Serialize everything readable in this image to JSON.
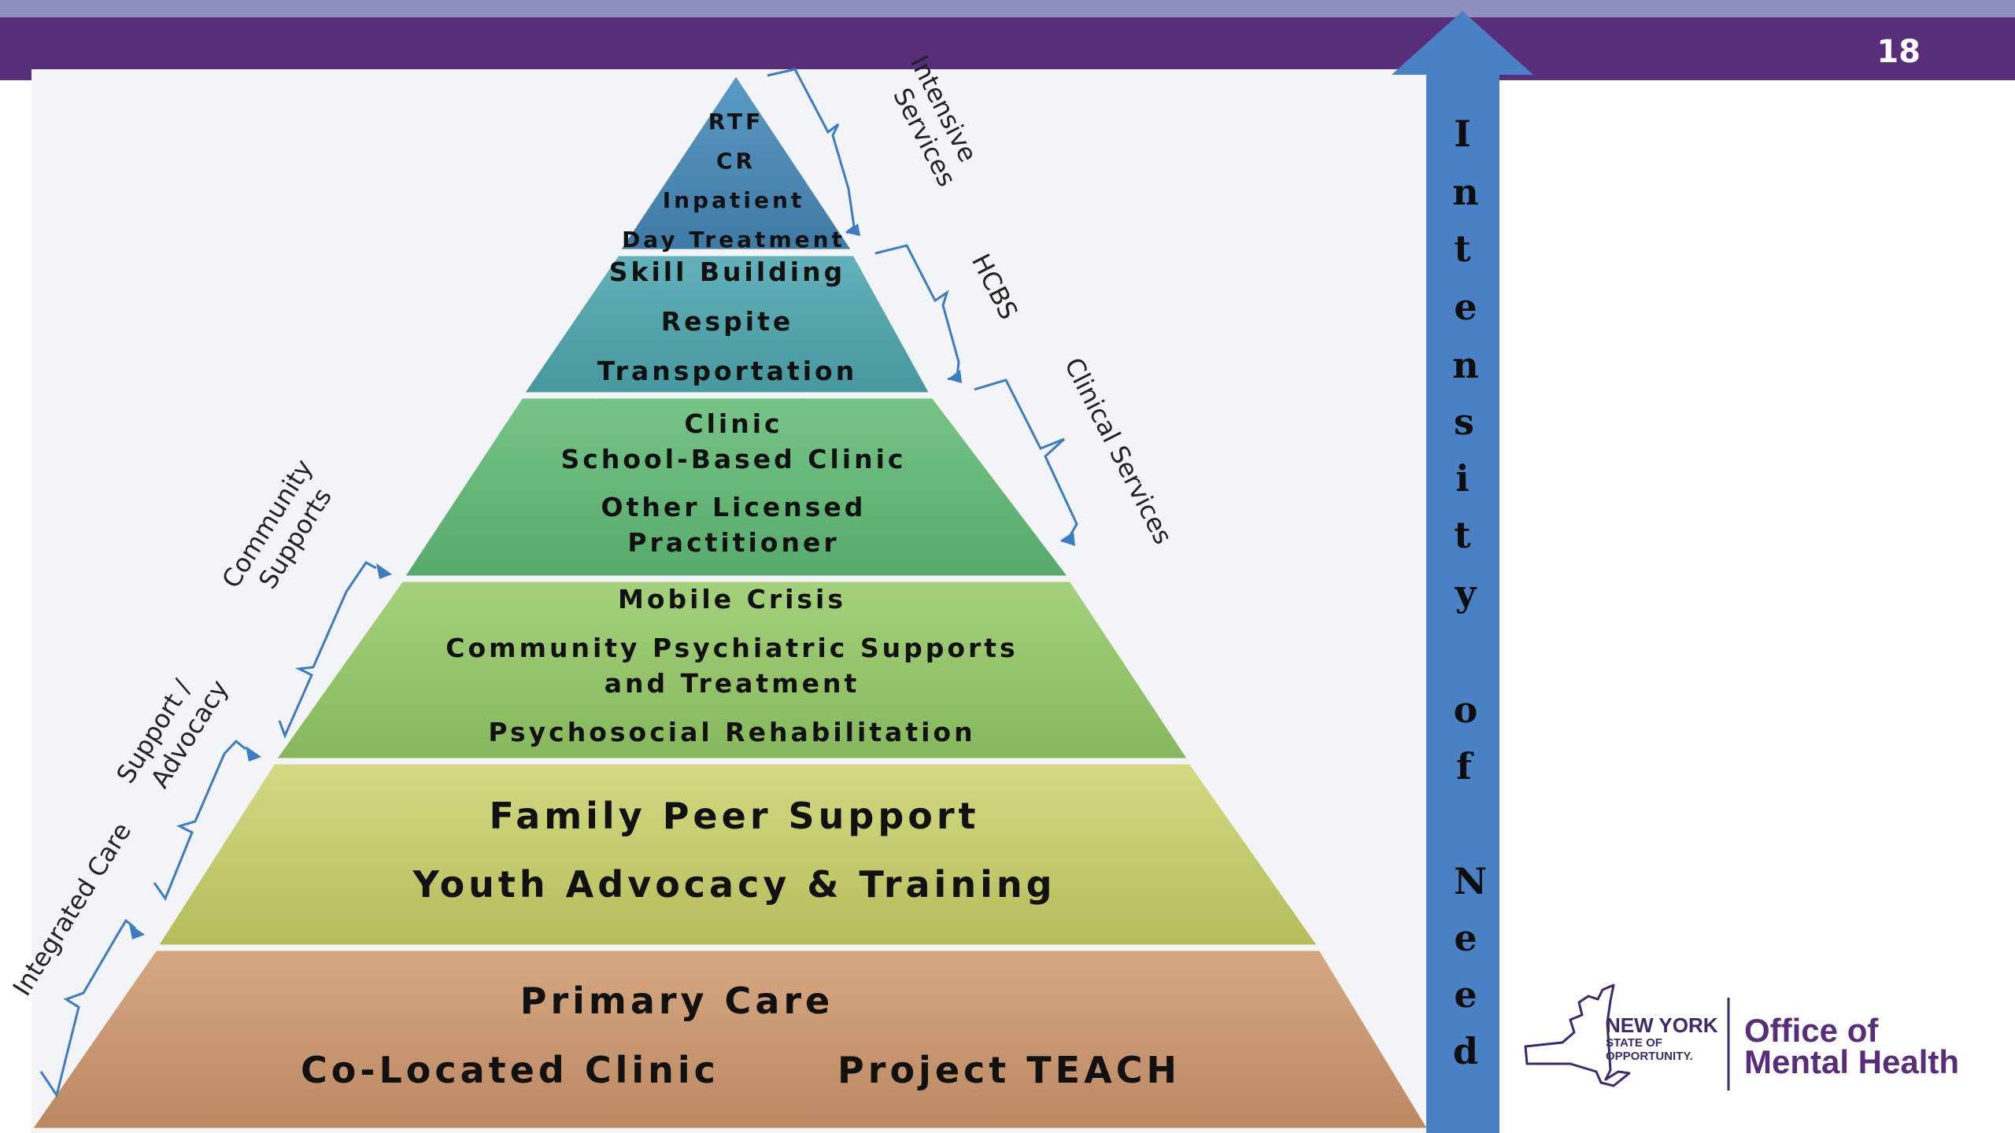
{
  "slide": {
    "page_number": "18"
  },
  "pyramid": {
    "tiers": [
      {
        "id": "intensive",
        "color_top": "#4e8fb9",
        "color_bottom": "#3f7aa5",
        "lines": [
          "RTF",
          "CR",
          "Inpatient",
          "Day Treatment"
        ]
      },
      {
        "id": "hcbs",
        "color_top": "#5aa7b2",
        "color_bottom": "#479a9f",
        "lines": [
          "Skill Building",
          "Respite",
          "Transportation"
        ]
      },
      {
        "id": "clinical",
        "color_top": "#6fbe80",
        "color_bottom": "#55a86b",
        "lines": [
          "Clinic",
          "School-Based Clinic",
          "Other Licensed",
          "Practitioner"
        ]
      },
      {
        "id": "community",
        "color_top": "#9ccb73",
        "color_bottom": "#84b65c",
        "lines": [
          "Mobile Crisis",
          "Community Psychiatric Supports",
          "and Treatment",
          "Psychosocial Rehabilitation"
        ]
      },
      {
        "id": "support",
        "color_top": "#cdd277",
        "color_bottom": "#b6bd5c",
        "lines": [
          "Family Peer Support",
          "Youth Advocacy & Training"
        ]
      },
      {
        "id": "primary",
        "color_top": "#cf9e76",
        "color_bottom": "#bd8a63",
        "lines": [
          "Primary Care",
          "Co-Located Clinic",
          "Project TEACH"
        ]
      }
    ]
  },
  "brackets": {
    "right": [
      "Intensive Services",
      "HCBS",
      "Clinical Services"
    ],
    "left": [
      "Community Supports",
      "Support / Advocacy",
      "Integrated Care"
    ],
    "color": "#3d7cc0"
  },
  "intensity_arrow": {
    "color": "#4a80c4",
    "letters": [
      "I",
      "n",
      "t",
      "e",
      "n",
      "s",
      "i",
      "t",
      "y",
      "o",
      "f",
      "N",
      "e",
      "e",
      "d"
    ]
  },
  "logo": {
    "new_york": "NEW YORK",
    "state_of": "STATE OF",
    "opportunity": "OPPORTUNITY.",
    "office_line1": "Office of",
    "office_line2": "Mental Health"
  }
}
